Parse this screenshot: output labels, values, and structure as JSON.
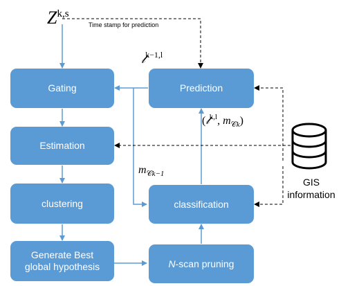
{
  "diagram": {
    "input_symbol": {
      "base": "Z",
      "sup": "k,s"
    },
    "timestamp_label": "Time stamp for prediction",
    "prev_track_symbol": {
      "base": "𝓉",
      "sup": "k−1,l"
    },
    "pred_output_label": {
      "open": "(",
      "t_base": "𝓉",
      "t_sup": "k,l",
      "sep": ", ",
      "m_base": "m",
      "m_sub": "𝒞",
      "m_sub2": "k",
      "close": ")"
    },
    "class_input_symbol": {
      "base": "m",
      "sub": "𝒞",
      "sub2": "k−1"
    },
    "gis_label_line1": "GIS",
    "gis_label_line2": "information",
    "boxes": {
      "gating": "Gating",
      "prediction": "Prediction",
      "estimation": "Estimation",
      "clustering": "clustering",
      "classification": "classification",
      "generate_line1": "Generate Best",
      "generate_line2": "global hypothesis",
      "pruning_italic": "N",
      "pruning_rest": "-scan pruning"
    },
    "colors": {
      "box_fill": "#5b9bd5",
      "box_text": "#ffffff",
      "arrow": "#5b9bd5",
      "dashed": "#000000",
      "label": "#000000"
    }
  }
}
